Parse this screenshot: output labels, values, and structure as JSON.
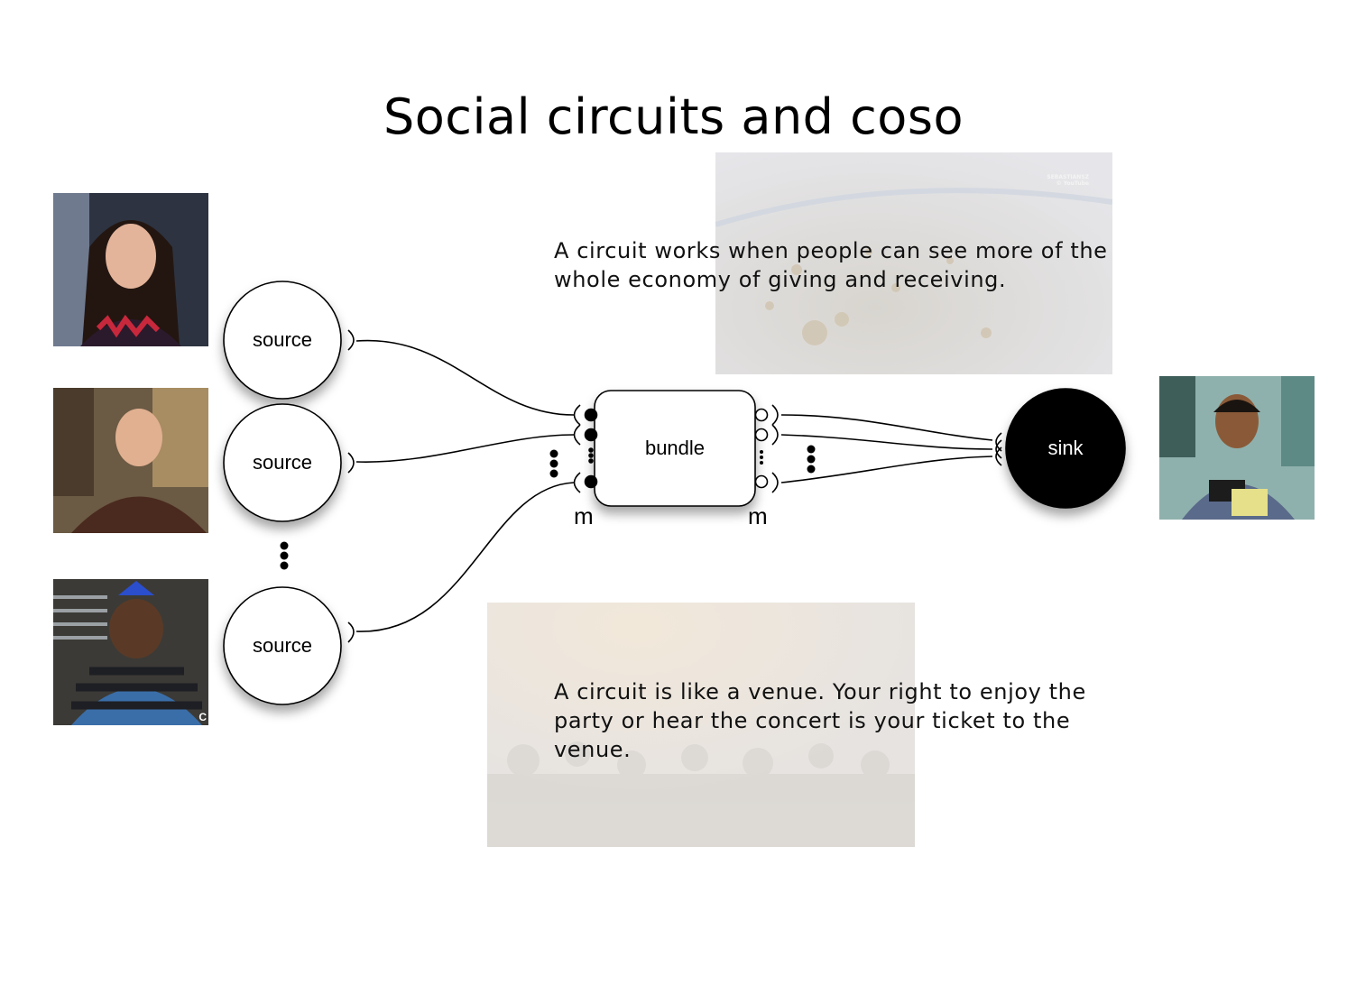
{
  "title": "Social circuits and coso",
  "quotes": {
    "q1": "A circuit works when people can see more of the whole economy of giving and receiving.",
    "q2": "A circuit is like a venue. Your right to enjoy the party or hear the concert is your ticket to the venue."
  },
  "images": {
    "earth_watermark": "SEBASTIANSZ\n© YouTube",
    "photo_bottom_left_corner_text": "C"
  },
  "nodes": {
    "source_1": "source",
    "source_2": "source",
    "source_3": "source",
    "bundle": "bundle",
    "sink": "sink"
  },
  "labels": {
    "m_left": "m",
    "m_right": "m"
  },
  "colors": {
    "sink_fill": "#000000",
    "node_fill": "#ffffff",
    "stroke": "#000000"
  }
}
